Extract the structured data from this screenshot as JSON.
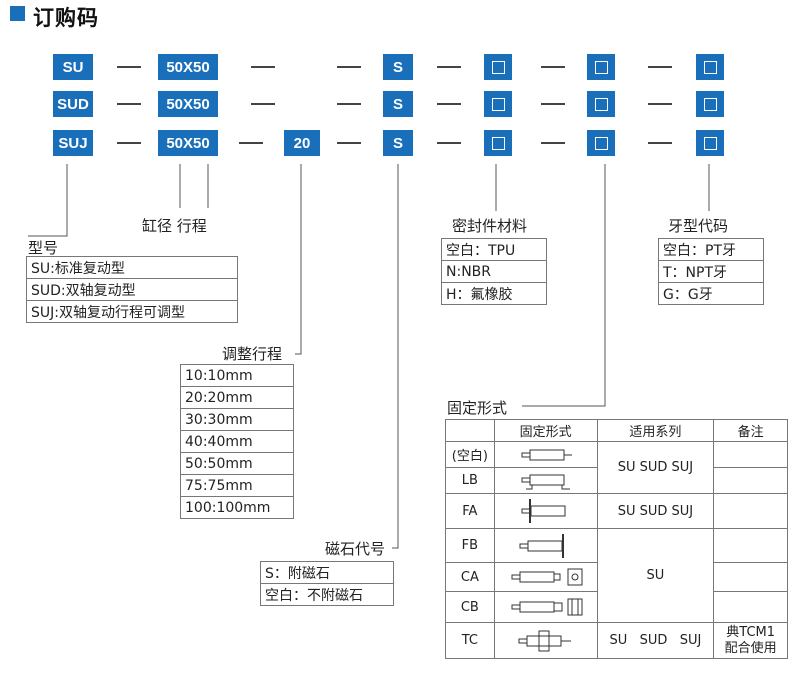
{
  "title": "订购码",
  "rows": [
    {
      "series": "SU",
      "bore": "50X50",
      "adjust": "",
      "magnet": "S"
    },
    {
      "series": "SUD",
      "bore": "50X50",
      "adjust": "",
      "magnet": "S"
    },
    {
      "series": "SUJ",
      "bore": "50X50",
      "adjust": "20",
      "magnet": "S"
    }
  ],
  "labels": {
    "bore_stroke": "缸径 行程",
    "seal": "密封件材料",
    "thread": "牙型代码",
    "type": "型号",
    "adjust": "调整行程",
    "magnet": "磁石代号",
    "mount": "固定形式"
  },
  "type_options": [
    "SU:标准复动型",
    "SUD:双轴复动型",
    "SUJ:双轴复动行程可调型"
  ],
  "seal_options": [
    "空白：TPU",
    "N:NBR",
    "H：氟橡胶"
  ],
  "thread_options": [
    "空白：PT牙",
    "T：NPT牙",
    "G：G牙"
  ],
  "adjust_options": [
    "10:10mm",
    "20:20mm",
    "30:30mm",
    "40:40mm",
    "50:50mm",
    "75:75mm",
    "100:100mm"
  ],
  "magnet_options": [
    "S：附磁石",
    "空白：不附磁石"
  ],
  "mount_table": {
    "headers": [
      "固定形式",
      "适用系列",
      "备注"
    ],
    "codes": [
      "(空白)",
      "LB",
      "FA",
      "FB",
      "CA",
      "CB",
      "TC"
    ],
    "series_groups": [
      "SU SUD SUJ",
      "SU SUD SUJ",
      "SU",
      "SU   SUD   SUJ"
    ],
    "tc_note": [
      "典TCM1",
      "配合使用"
    ]
  },
  "colors": {
    "accent": "#1a6fbb"
  }
}
